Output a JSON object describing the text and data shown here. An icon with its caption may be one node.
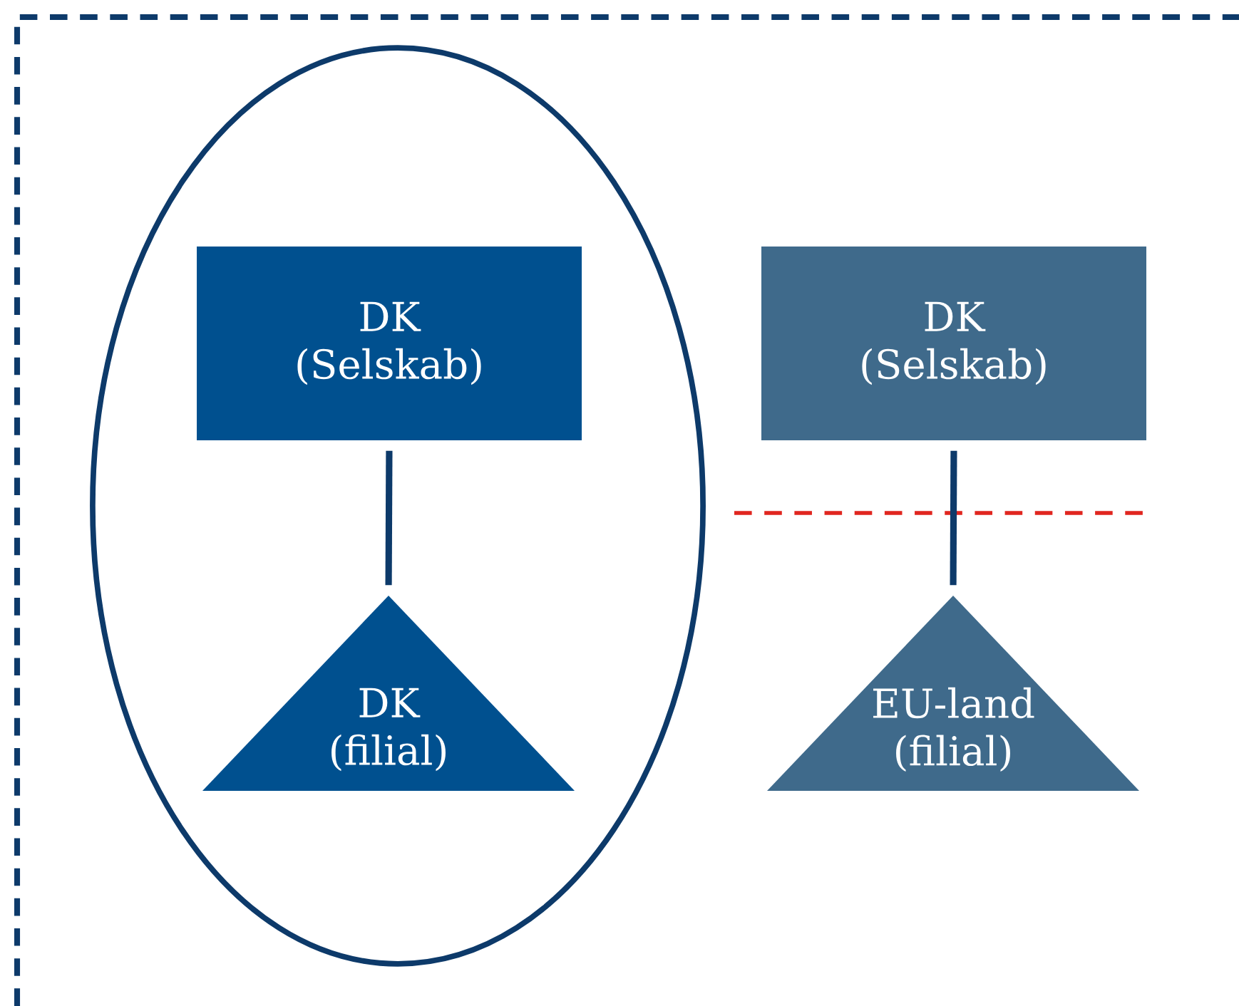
{
  "diagram": {
    "nodes": [
      {
        "text": [],
        "shape": "ellipse"
      },
      {
        "text": [
          "DK (Selskab)"
        ],
        "in": 0
      },
      {
        "text": [
          "DK (filial)"
        ],
        "in": 0
      },
      {
        "text": [
          "DK (Selskab)"
        ]
      },
      {
        "text": [
          "EU-land (filial)"
        ]
      }
    ],
    "edges": [
      {
        "from": 1,
        "to": 2,
        "arrow": "none"
      },
      {
        "from": 3,
        "to": 4,
        "arrow": "none"
      }
    ]
  }
}
